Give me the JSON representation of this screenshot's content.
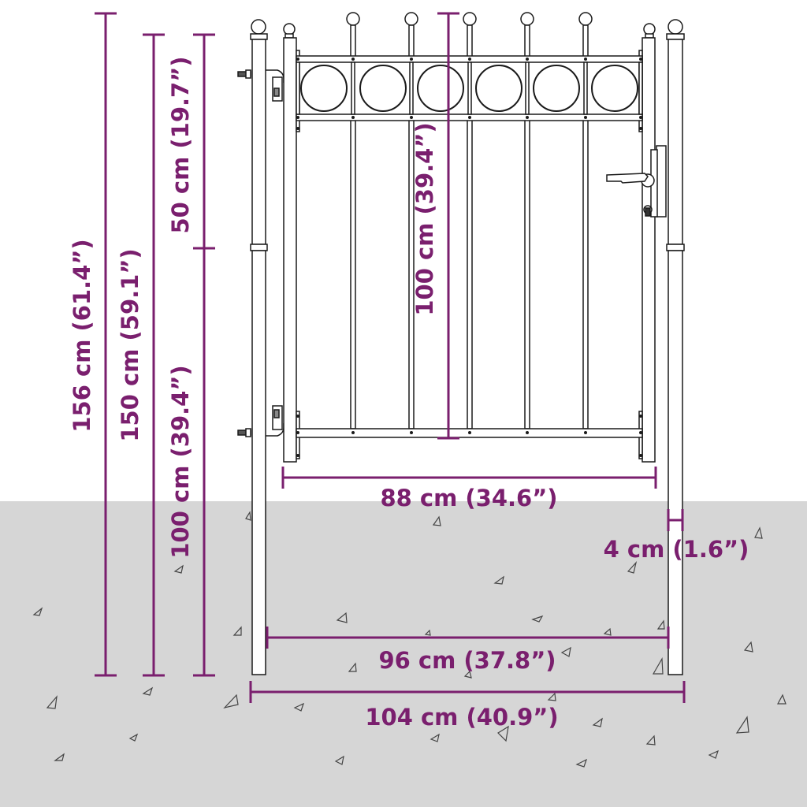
{
  "colors": {
    "dimension": "#7a1f6e",
    "outline": "#1a1a1a",
    "ground": "#d6d6d6",
    "background": "#ffffff"
  },
  "dimensions": {
    "total_height": "156 cm (61.4”)",
    "gate_height": "150 cm (59.1”)",
    "top_section": "50 cm (19.7”)",
    "lower_section": "100 cm (39.4”)",
    "panel_height": "100 cm (39.4”)",
    "gate_width": "88 cm (34.6”)",
    "post_width": "4 cm (1.6”)",
    "inner_width": "96 cm (37.8”)",
    "total_width": "104 cm (40.9”)"
  }
}
